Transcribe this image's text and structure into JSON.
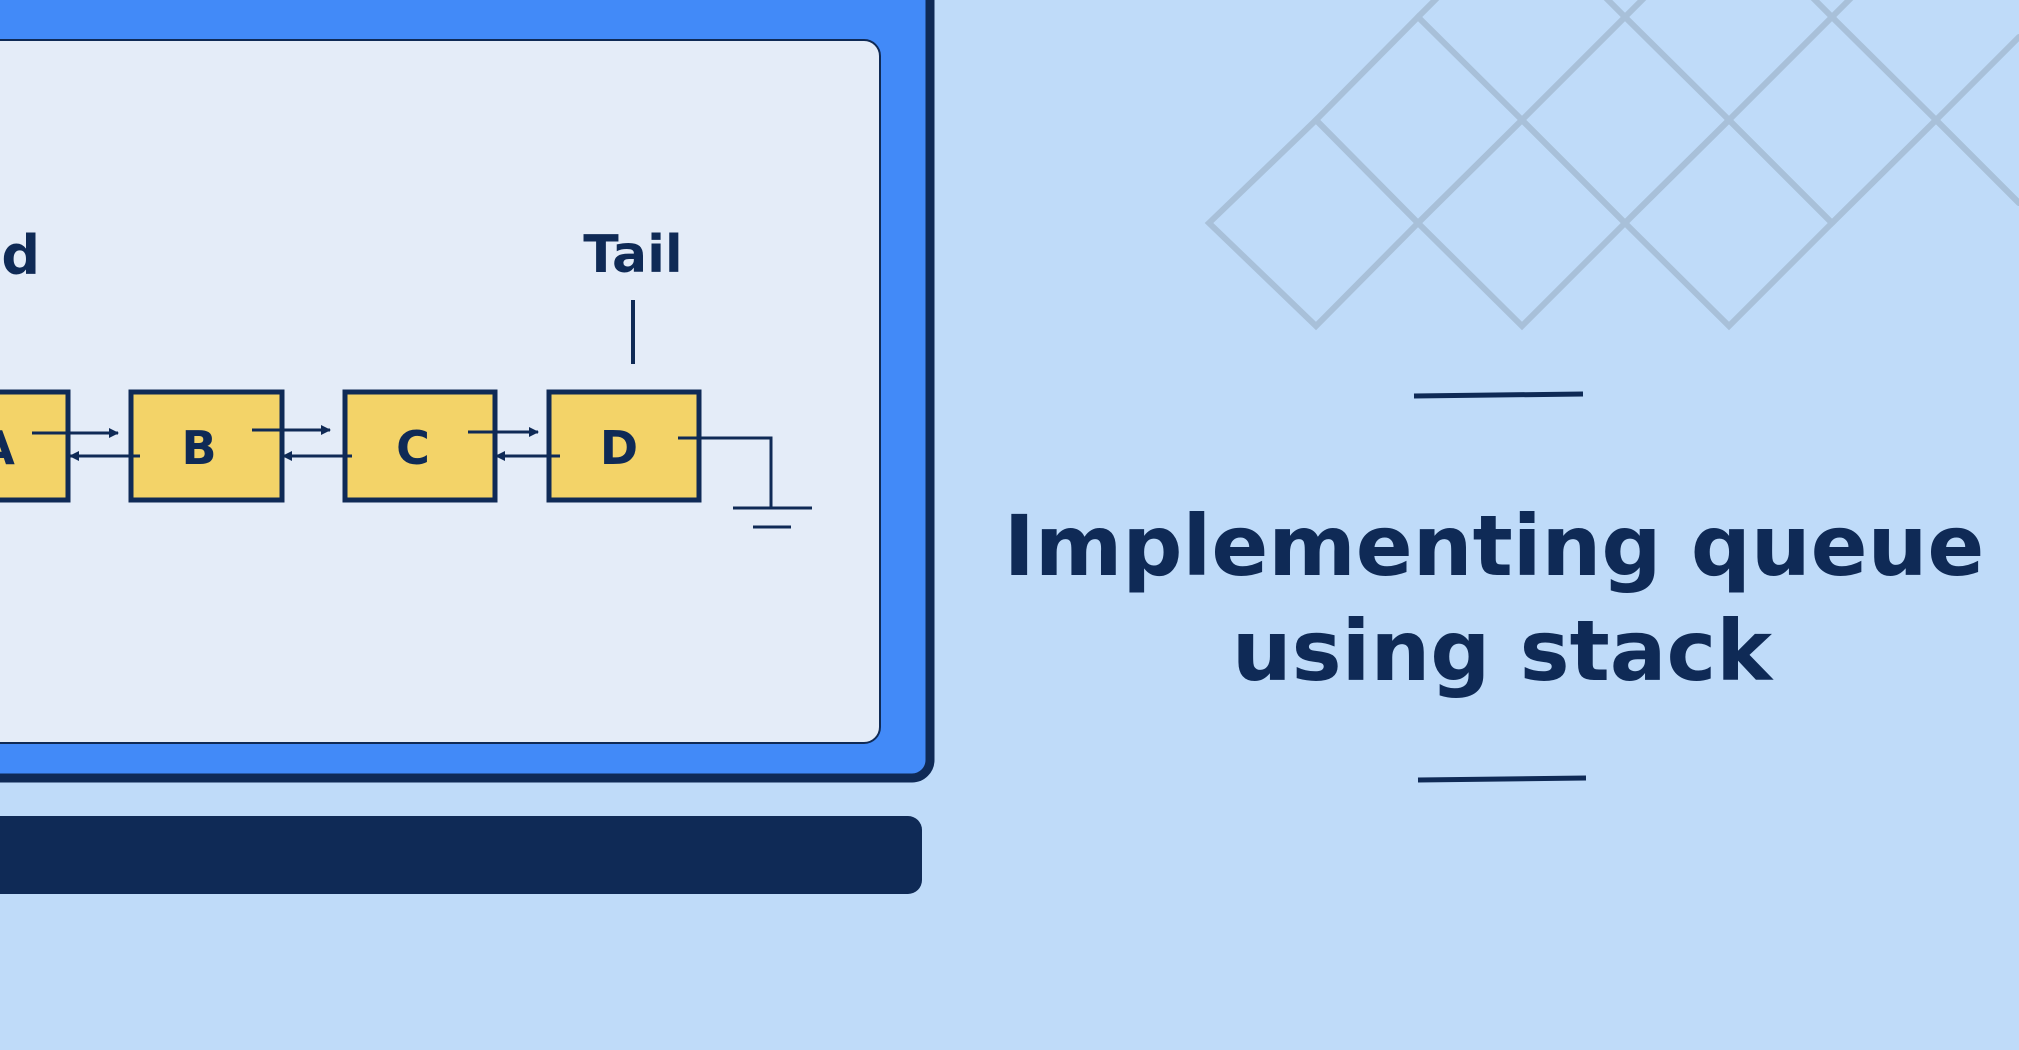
{
  "colors": {
    "background": "#bfdbf9",
    "monitor_frame": "#428af8",
    "monitor_border": "#0f2a56",
    "screen": "#e4ecf8",
    "node_fill": "#f3d368",
    "ink": "#0f2a56",
    "pattern": "#a8c0d9"
  },
  "diagram": {
    "head_label": "nd",
    "tail_label": "Tail",
    "nodes": [
      "A",
      "B",
      "C",
      "D"
    ]
  },
  "title": {
    "line1": "Implementing queue",
    "line2": "using stack"
  },
  "icons": {
    "ground": "null-terminator-ground-icon",
    "decoration": "diamond-lattice-pattern"
  }
}
